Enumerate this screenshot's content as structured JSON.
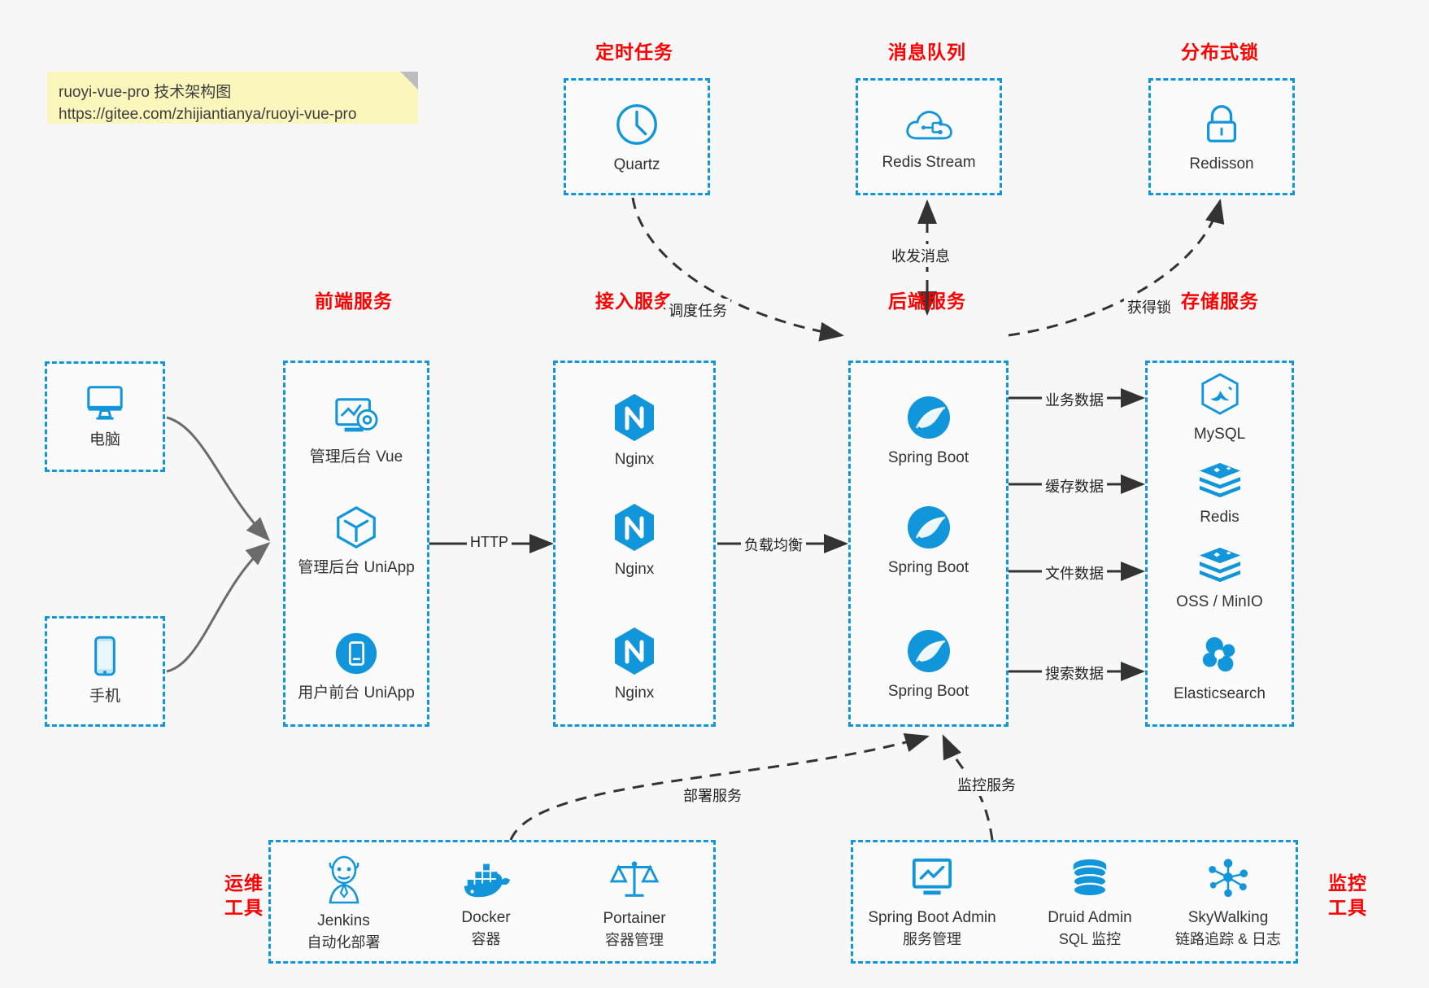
{
  "note": {
    "line1": "ruoyi-vue-pro 技术架构图",
    "line2": "https://gitee.com/zhijiantianya/ruoyi-vue-pro"
  },
  "colors": {
    "accent": "#1296db",
    "title": "#ff0000",
    "note_bg": "#fbf6bb",
    "canvas": "#f7f7f7",
    "edge": "#333333"
  },
  "groups": {
    "scheduler": {
      "title": "定时任务",
      "items": [
        {
          "label": "Quartz",
          "icon": "clock-icon"
        }
      ]
    },
    "mq": {
      "title": "消息队列",
      "items": [
        {
          "label": "Redis Stream",
          "icon": "cloud-stream-icon"
        }
      ]
    },
    "lock": {
      "title": "分布式锁",
      "items": [
        {
          "label": "Redisson",
          "icon": "padlock-icon"
        }
      ]
    },
    "clients": {
      "items": [
        {
          "label": "电脑",
          "icon": "desktop-monitor-icon"
        },
        {
          "label": "手机",
          "icon": "mobile-phone-icon"
        }
      ]
    },
    "frontend": {
      "title": "前端服务",
      "items": [
        {
          "label": "管理后台 Vue",
          "icon": "dashboard-gear-icon"
        },
        {
          "label": "管理后台 UniApp",
          "icon": "cube-icon"
        },
        {
          "label": "用户前台 UniApp",
          "icon": "mobile-app-icon"
        }
      ]
    },
    "gateway": {
      "title": "接入服务",
      "items": [
        {
          "label": "Nginx",
          "icon": "nginx-icon"
        },
        {
          "label": "Nginx",
          "icon": "nginx-icon"
        },
        {
          "label": "Nginx",
          "icon": "nginx-icon"
        }
      ]
    },
    "backend": {
      "title": "后端服务",
      "items": [
        {
          "label": "Spring Boot",
          "icon": "spring-boot-icon"
        },
        {
          "label": "Spring Boot",
          "icon": "spring-boot-icon"
        },
        {
          "label": "Spring Boot",
          "icon": "spring-boot-icon"
        }
      ]
    },
    "storage": {
      "title": "存储服务",
      "items": [
        {
          "label": "MySQL",
          "icon": "mysql-dolphin-icon"
        },
        {
          "label": "Redis",
          "icon": "redis-stack-icon"
        },
        {
          "label": "OSS / MinIO",
          "icon": "redis-stack-icon"
        },
        {
          "label": "Elasticsearch",
          "icon": "elasticsearch-icon"
        }
      ]
    },
    "devops": {
      "title_line1": "运维",
      "title_line2": "工具",
      "items": [
        {
          "label": "Jenkins",
          "sub": "自动化部署",
          "icon": "jenkins-butler-icon"
        },
        {
          "label": "Docker",
          "sub": "容器",
          "icon": "docker-whale-icon"
        },
        {
          "label": "Portainer",
          "sub": "容器管理",
          "icon": "portainer-scale-icon"
        }
      ]
    },
    "monitor": {
      "title_line1": "监控",
      "title_line2": "工具",
      "items": [
        {
          "label": "Spring Boot Admin",
          "sub": "服务管理",
          "icon": "monitor-chart-icon"
        },
        {
          "label": "Druid Admin",
          "sub": "SQL 监控",
          "icon": "database-icon"
        },
        {
          "label": "SkyWalking",
          "sub": "链路追踪 & 日志",
          "icon": "skywalking-node-icon"
        }
      ]
    }
  },
  "edges": {
    "http": "HTTP",
    "load_balance": "负载均衡",
    "schedule_task": "调度任务",
    "send_receive_message": "收发消息",
    "acquire_lock": "获得锁",
    "business_data": "业务数据",
    "cache_data": "缓存数据",
    "file_data": "文件数据",
    "search_data": "搜索数据",
    "deploy_service": "部署服务",
    "monitor_service": "监控服务"
  }
}
